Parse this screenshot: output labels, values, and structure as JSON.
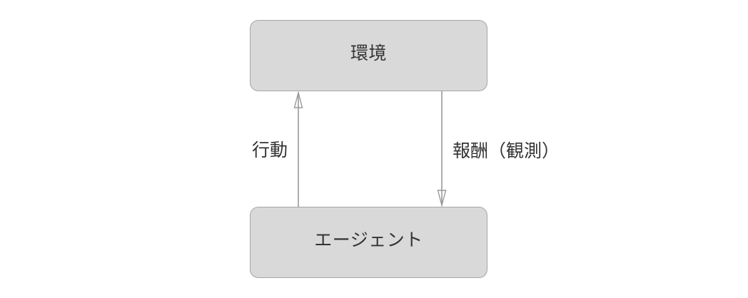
{
  "diagram": {
    "type": "flowchart",
    "title": "agent-environment interaction loop",
    "nodes": [
      {
        "id": "environment",
        "label": "環境"
      },
      {
        "id": "agent",
        "label": "エージェント"
      }
    ],
    "edges": [
      {
        "from": "agent",
        "to": "environment",
        "label": "行動",
        "direction": "up"
      },
      {
        "from": "environment",
        "to": "agent",
        "label": "報酬（観測）",
        "direction": "down"
      }
    ],
    "colors": {
      "canvas_bg": "#ffffff",
      "node_fill": "#d9d9d9",
      "node_border": "#a6a6a6",
      "edge_stroke": "#999999",
      "text": "#333333"
    }
  }
}
